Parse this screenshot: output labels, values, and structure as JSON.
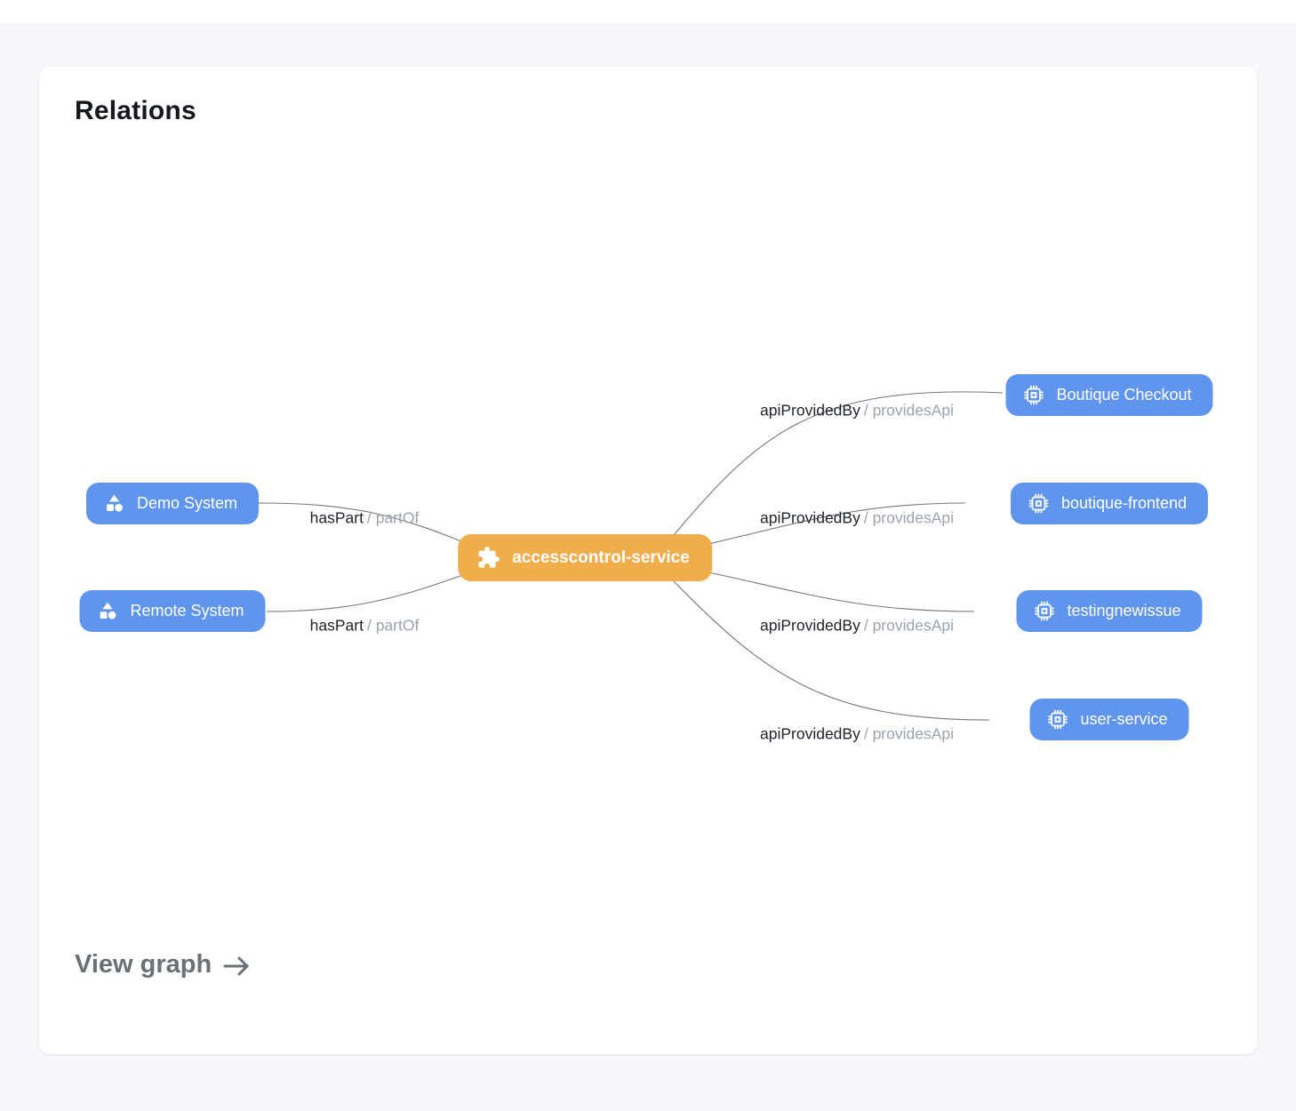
{
  "card": {
    "title": "Relations"
  },
  "center_node": {
    "label": "accesscontrol-service",
    "icon": "puzzle-icon",
    "color": "#f0ad4b"
  },
  "left_nodes": [
    {
      "label": "Demo System",
      "icon": "system-shapes-icon",
      "color": "#6095ee"
    },
    {
      "label": "Remote System",
      "icon": "system-shapes-icon",
      "color": "#6095ee"
    }
  ],
  "right_nodes": [
    {
      "label": "Boutique Checkout",
      "icon": "chip-icon",
      "color": "#6095ee"
    },
    {
      "label": "boutique-frontend",
      "icon": "chip-icon",
      "color": "#6095ee"
    },
    {
      "label": "testingnewissue",
      "icon": "chip-icon",
      "color": "#6095ee"
    },
    {
      "label": "user-service",
      "icon": "chip-icon",
      "color": "#6095ee"
    }
  ],
  "edge_labels": {
    "left": [
      {
        "primary": "hasPart",
        "secondary": "/ partOf"
      },
      {
        "primary": "hasPart",
        "secondary": "/ partOf"
      }
    ],
    "right": [
      {
        "primary": "apiProvidedBy",
        "secondary": "/ providesApi"
      },
      {
        "primary": "apiProvidedBy",
        "secondary": "/ providesApi"
      },
      {
        "primary": "apiProvidedBy",
        "secondary": "/ providesApi"
      },
      {
        "primary": "apiProvidedBy",
        "secondary": "/ providesApi"
      }
    ]
  },
  "footer": {
    "view_graph_label": "View graph",
    "arrow_icon": "arrow-right-icon"
  },
  "colors": {
    "page_background": "#f6f8fc",
    "card_background": "#ffffff",
    "node_blue": "#6095ee",
    "node_orange": "#f0ad4b",
    "edge_line": "#76767a",
    "edge_label_primary": "#20242c",
    "edge_label_secondary": "#9ca3af",
    "view_graph_text": "#6b7075"
  }
}
